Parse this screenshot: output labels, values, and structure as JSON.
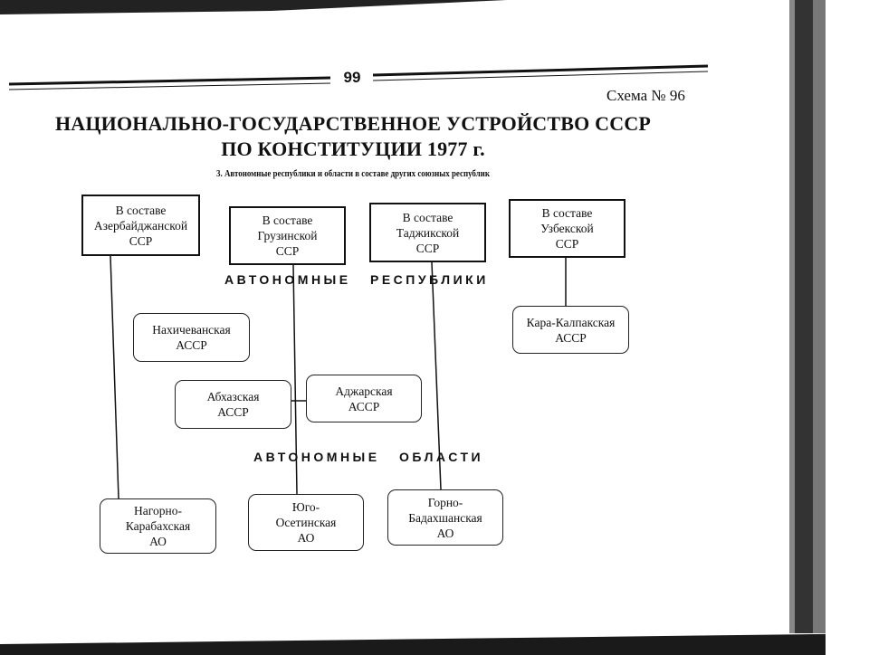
{
  "page_number": "99",
  "scheme_label": "Схема № 96",
  "title_line1": "НАЦИОНАЛЬНО-ГОСУДАРСТВЕННОЕ УСТРОЙСТВО СССР",
  "title_line2": "ПО КОНСТИТУЦИИ 1977 г.",
  "subtitle": "3. Автономные республики и области в составе других союзных республик",
  "union_republics": [
    {
      "l1": "В составе",
      "l2": "Азербайджанской",
      "l3": "ССР"
    },
    {
      "l1": "В составе",
      "l2": "Грузинской",
      "l3": "ССР"
    },
    {
      "l1": "В составе",
      "l2": "Таджикской",
      "l3": "ССР"
    },
    {
      "l1": "В составе",
      "l2": "Узбекской",
      "l3": "ССР"
    }
  ],
  "section_republics": {
    "a": "АВТОНОМНЫЕ",
    "b": "РЕСПУБЛИКИ"
  },
  "section_oblasts": {
    "a": "АВТОНОМНЫЕ",
    "b": "ОБЛАСТИ"
  },
  "autonomous_republics": [
    {
      "l1": "Нахичеванская",
      "l2": "АССР"
    },
    {
      "l1": "Абхазская",
      "l2": "АССР"
    },
    {
      "l1": "Аджарская",
      "l2": "АССР"
    },
    {
      "l1": "Кара-Калпакская",
      "l2": "АССР"
    }
  ],
  "autonomous_oblasts": [
    {
      "l1": "Нагорно-",
      "l2": "Карабахская",
      "l3": "АО"
    },
    {
      "l1": "Юго-",
      "l2": "Осетинская",
      "l3": "АО"
    },
    {
      "l1": "Горно-",
      "l2": "Бадахшанская",
      "l3": "АО"
    }
  ]
}
